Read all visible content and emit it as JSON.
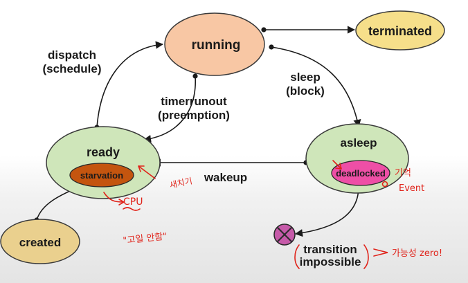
{
  "states": {
    "running": "running",
    "terminated": "terminated",
    "ready": "ready",
    "starvation": "starvation",
    "asleep": "asleep",
    "deadlocked": "deadlocked",
    "created": "created"
  },
  "edges": {
    "dispatch_line1": "dispatch",
    "dispatch_line2": "(schedule)",
    "timer_line1": "timerrunout",
    "timer_line2": "(preemption)",
    "sleep_line1": "sleep",
    "sleep_line2": "(block)",
    "wakeup": "wakeup",
    "transition_line1": "transition",
    "transition_line2": "impossible"
  },
  "annotations": {
    "hangul_1": "새치기",
    "cpu": "CPU",
    "hangul_2": "\"고일 안함\"",
    "hangul_3": "기억",
    "event": "Event",
    "hangul_4": "가능성 zero!"
  },
  "colors": {
    "running_fill": "#f8c7a4",
    "ready_fill": "#cfe6ba",
    "asleep_fill": "#cfe6ba",
    "terminated_fill": "#f6df8a",
    "created_fill": "#ead08e",
    "starvation_fill": "#c4550f",
    "deadlocked_fill": "#ee4fa6",
    "impossible_fill": "#c65aa9",
    "annotation_red": "#e0231a"
  }
}
